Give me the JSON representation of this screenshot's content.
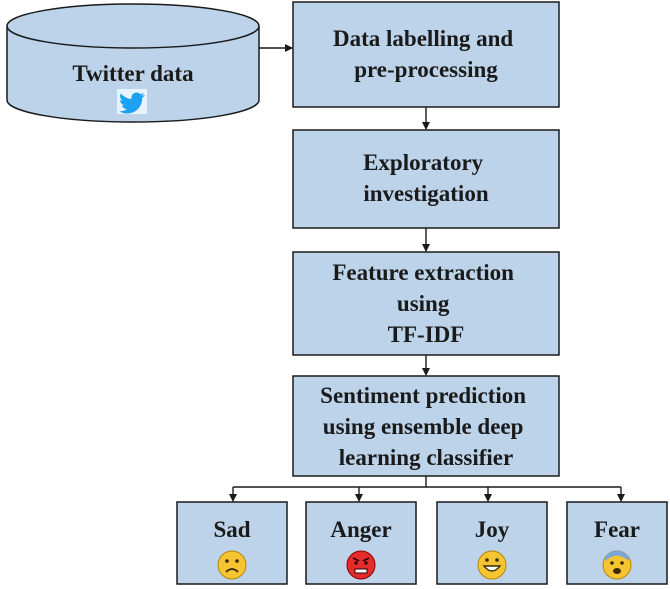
{
  "source": {
    "label": "Twitter data",
    "icon": "twitter-bird-icon",
    "icon_color": "#1da1f2"
  },
  "steps": [
    {
      "lines": [
        "Data labelling and",
        "pre-processing"
      ]
    },
    {
      "lines": [
        "Exploratory",
        "investigation"
      ]
    },
    {
      "lines": [
        "Feature extraction",
        "using",
        "TF-IDF"
      ]
    },
    {
      "lines": [
        "Sentiment prediction",
        "using ensemble deep",
        "learning classifier"
      ]
    }
  ],
  "outputs": [
    {
      "label": "Sad",
      "icon": "sad-face-emoji-icon",
      "color": "#f5c431"
    },
    {
      "label": "Anger",
      "icon": "angry-face-emoji-icon",
      "color": "#e62b2b"
    },
    {
      "label": "Joy",
      "icon": "smiling-face-emoji-icon",
      "color": "#f5c431"
    },
    {
      "label": "Fear",
      "icon": "fearful-face-emoji-icon",
      "color": "#f5c431"
    }
  ],
  "colors": {
    "box_fill": "#bcd3ea",
    "stroke": "#1a1a1a"
  }
}
